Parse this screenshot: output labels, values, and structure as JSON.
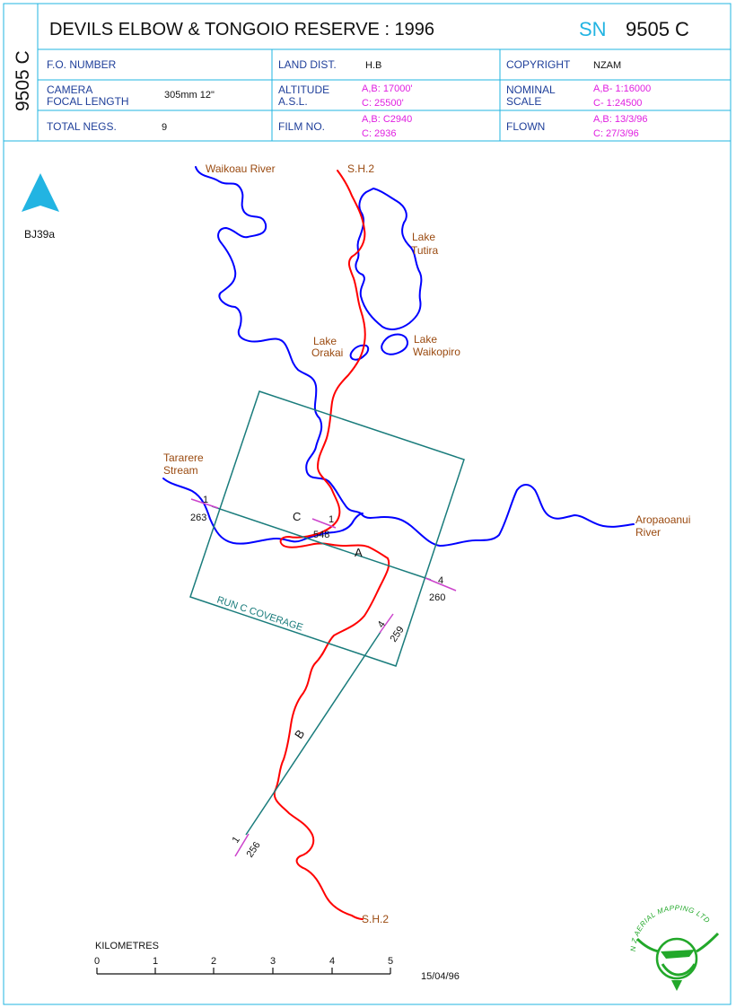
{
  "header": {
    "side_code": "9505 C",
    "title": "DEVILS ELBOW & TONGOIO RESERVE : 1996",
    "sn_label": "SN",
    "sn_number": "9505 C",
    "rows": [
      {
        "cells": [
          {
            "label": "F.O. NUMBER",
            "values": []
          },
          {
            "label": "LAND DIST.",
            "values": [
              "H.B"
            ]
          },
          {
            "label": "COPYRIGHT",
            "values": [
              "NZAM"
            ]
          }
        ]
      },
      {
        "cells": [
          {
            "label": "CAMERA",
            "label2": "FOCAL LENGTH",
            "values": [
              "305mm  12\""
            ]
          },
          {
            "label": "ALTITUDE",
            "label2": "A.S.L.",
            "values": [
              "A,B: 17000'",
              "C: 25500'"
            ]
          },
          {
            "label": "NOMINAL",
            "label2": "SCALE",
            "values": [
              "A,B- 1:16000",
              "C- 1:24500"
            ]
          }
        ]
      },
      {
        "cells": [
          {
            "label": "TOTAL NEGS.",
            "values": [
              "9"
            ]
          },
          {
            "label": "FILM NO.",
            "values": [
              "A,B: C2940",
              "C: 2936"
            ]
          },
          {
            "label": "FLOWN",
            "values": [
              "A,B: 13/3/96",
              "C: 27/3/96"
            ]
          }
        ]
      }
    ]
  },
  "map": {
    "north_label": "N",
    "map_ref": "BJ39a",
    "places": {
      "waikoau": "Waikoau River",
      "sh2_top": "S.H.2",
      "sh2_bottom": "S.H.2",
      "tutira_1": "Lake",
      "tutira_2": "Tutira",
      "orakai_1": "Lake",
      "orakai_2": "Orakai",
      "waikopiro_1": "Lake",
      "waikopiro_2": "Waikopiro",
      "tararere_1": "Tararere",
      "tararere_2": "Stream",
      "aropaoanui_1": "Aropaoanui",
      "aropaoanui_2": "River"
    },
    "coverage_label": "RUN C COVERAGE",
    "runs": {
      "A": {
        "label": "A",
        "start_exp": "1",
        "start_neg": "263",
        "end_exp": "4",
        "end_neg": "260"
      },
      "B": {
        "label": "B",
        "start_exp": "1",
        "start_neg": "256",
        "end_exp": "4",
        "end_neg": "259"
      },
      "C": {
        "label": "C",
        "exp": "1",
        "neg": "548"
      }
    },
    "scale_bar": {
      "title": "KILOMETRES",
      "ticks": [
        "0",
        "1",
        "2",
        "3",
        "4",
        "5"
      ]
    },
    "date": "15/04/96",
    "logo_text": "N Z AERIAL MAPPING LTD"
  },
  "colors": {
    "frame": "#22b4e2",
    "label": "#1f3f9a",
    "magenta": "#e020e0",
    "brown": "#9a4a10",
    "river": "#0000ff",
    "road": "#ff0000",
    "run": "#1a7c7c",
    "logo": "#22a82a"
  }
}
